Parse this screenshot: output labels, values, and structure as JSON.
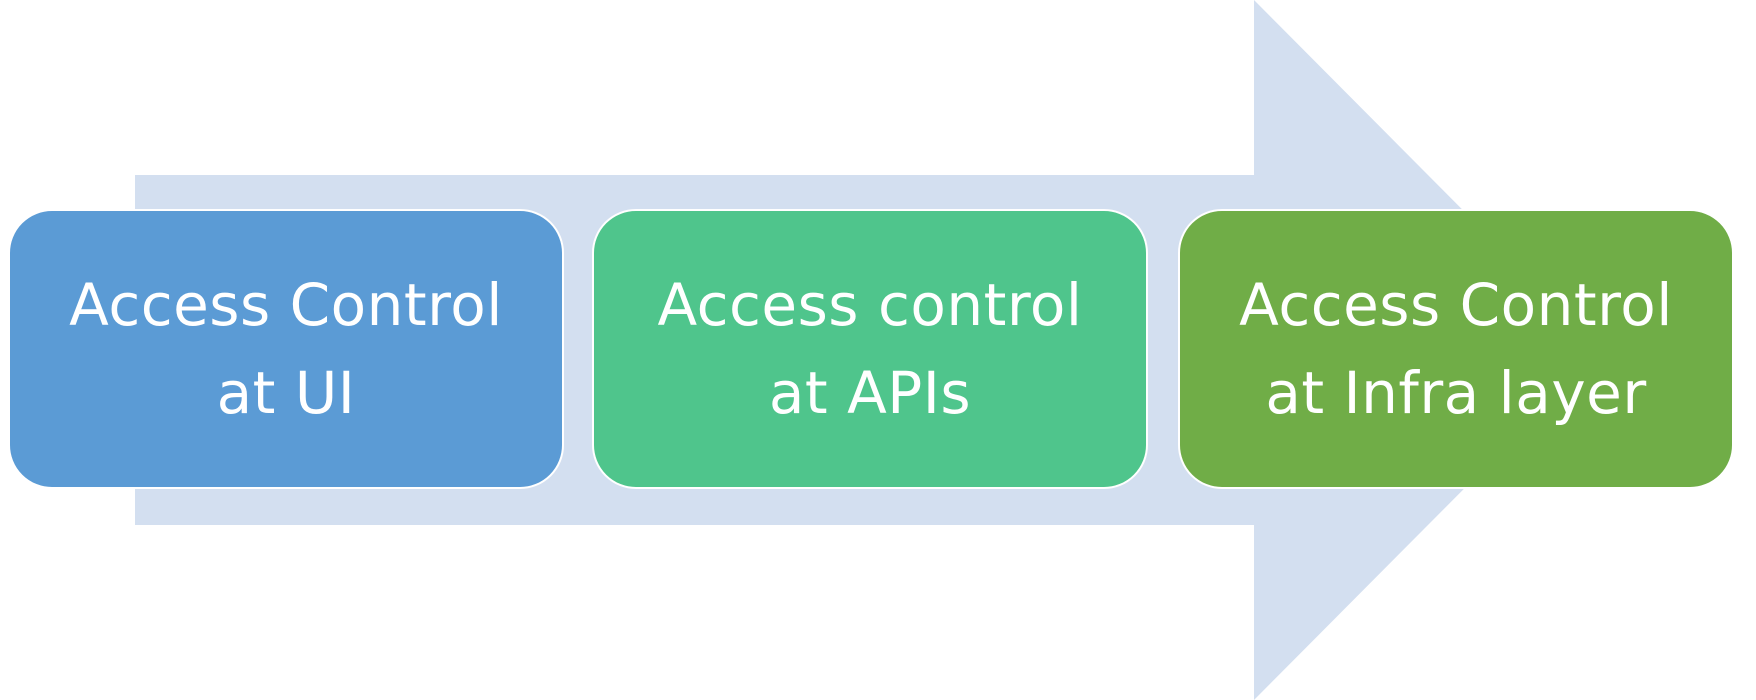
{
  "arrow": {
    "color": "#d3dff0"
  },
  "steps": [
    {
      "line1": "Access Control",
      "line2": "at UI",
      "color": "#5b9bd5"
    },
    {
      "line1": "Access control",
      "line2": "at APIs",
      "color": "#4fc58c"
    },
    {
      "line1": "Access Control",
      "line2": "at Infra layer",
      "color": "#70ad47"
    }
  ]
}
